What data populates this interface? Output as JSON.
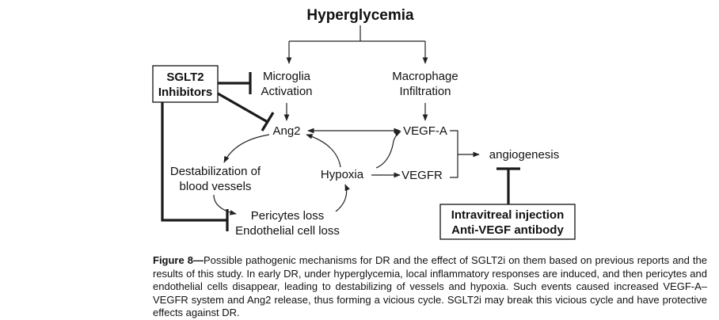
{
  "nodes": {
    "title": "Hyperglycemia",
    "sglt2": [
      "SGLT2",
      "Inhibitors"
    ],
    "microglia": [
      "Microglia",
      "Activation"
    ],
    "macrophage": [
      "Macrophage",
      "Infiltration"
    ],
    "ang2": "Ang2",
    "vegfa": "VEGF-A",
    "vegfr": "VEGFR",
    "angiogenesis": "angiogenesis",
    "destab": [
      "Destabilization of",
      "blood vessels"
    ],
    "hypoxia": "Hypoxia",
    "pericytes": [
      "Pericytes loss",
      "Endothelial cell loss"
    ],
    "intravitreal": [
      "Intravitreal injection",
      "Anti-VEGF antibody"
    ]
  },
  "caption": {
    "label": "Figure 8—",
    "text": "Possible pathogenic mechanisms for DR and the effect of SGLT2i on them based on previous reports and the results of this study. In early DR, under hyperglycemia, local inflammatory responses are induced, and then pericytes and endothelial cells disappear, leading to destabilizing of vessels and hypoxia. Such events caused increased VEGF-A–VEGFR system and Ang2 release, thus forming a vicious cycle. SGLT2i may break this vicious cycle and have protective effects against DR."
  }
}
